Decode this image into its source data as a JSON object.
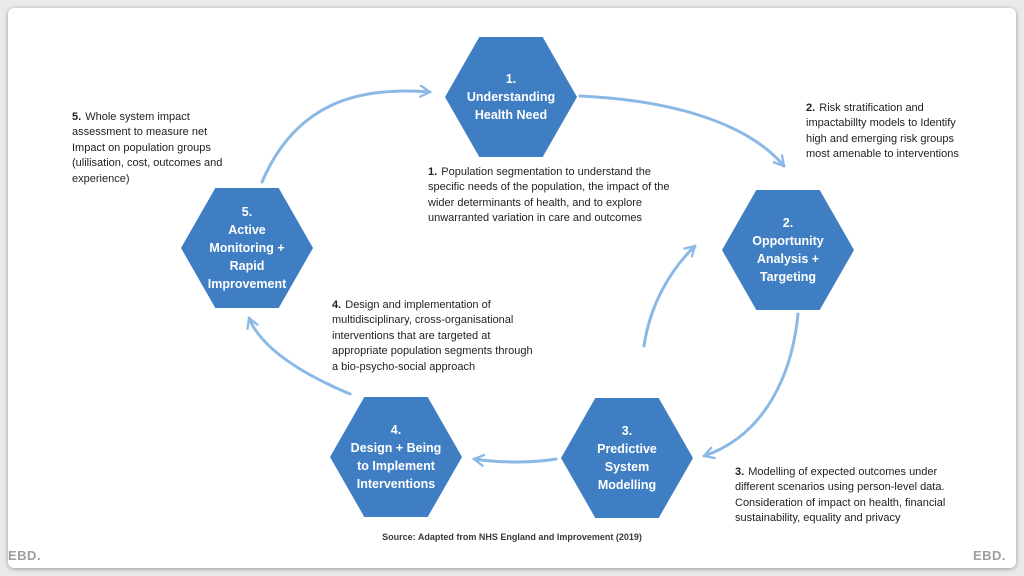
{
  "diagram": {
    "source_note": "Source: Adapted from NHS England and Improvement (2019)",
    "logo_left": "EBD.",
    "logo_right": "EBD."
  },
  "colors": {
    "hexagon_fill": "#3F7EC2",
    "arrow": "#8BB9E6",
    "card_background": "#FFFFFF",
    "page_background": "#EAEAEA",
    "hexagon_text": "#FFFFFF"
  },
  "hexagons": [
    {
      "label": "1.\nUnderstanding\nHealth Need"
    },
    {
      "label": "2.\nOpportunity\nAnalysis +\nTargeting"
    },
    {
      "label": "3.\nPredictive\nSystem\nModelling"
    },
    {
      "label": "4.\nDesign + Being\nto Implement\nInterventions"
    },
    {
      "label": "5.\nActive\nMonitoring +\nRapid\nImprovement"
    }
  ],
  "notes": [
    {
      "num": "1.",
      "text": "Population segmentation to understand the specific needs of the population, the impact of the wider determinants of health, and to explore unwarranted variation in care and outcomes"
    },
    {
      "num": "2.",
      "text": "Risk stratification and impactabillty models to Identify high and emerging risk groups most amenable to interventions"
    },
    {
      "num": "3.",
      "text": "Modelling of expected outcomes under different scenarios using person-level data. Consideration of impact on health, financial sustainability, equality and privacy"
    },
    {
      "num": "4.",
      "text": "Design and implementation of multidisciplinary, cross-organisational interventions that are targeted at appropriate population segments through a bio-psycho-social approach"
    },
    {
      "num": "5.",
      "text": "Whole system impact assessment to measure net Impact on population groups (ulilisation, cost, outcomes and experience)"
    }
  ]
}
